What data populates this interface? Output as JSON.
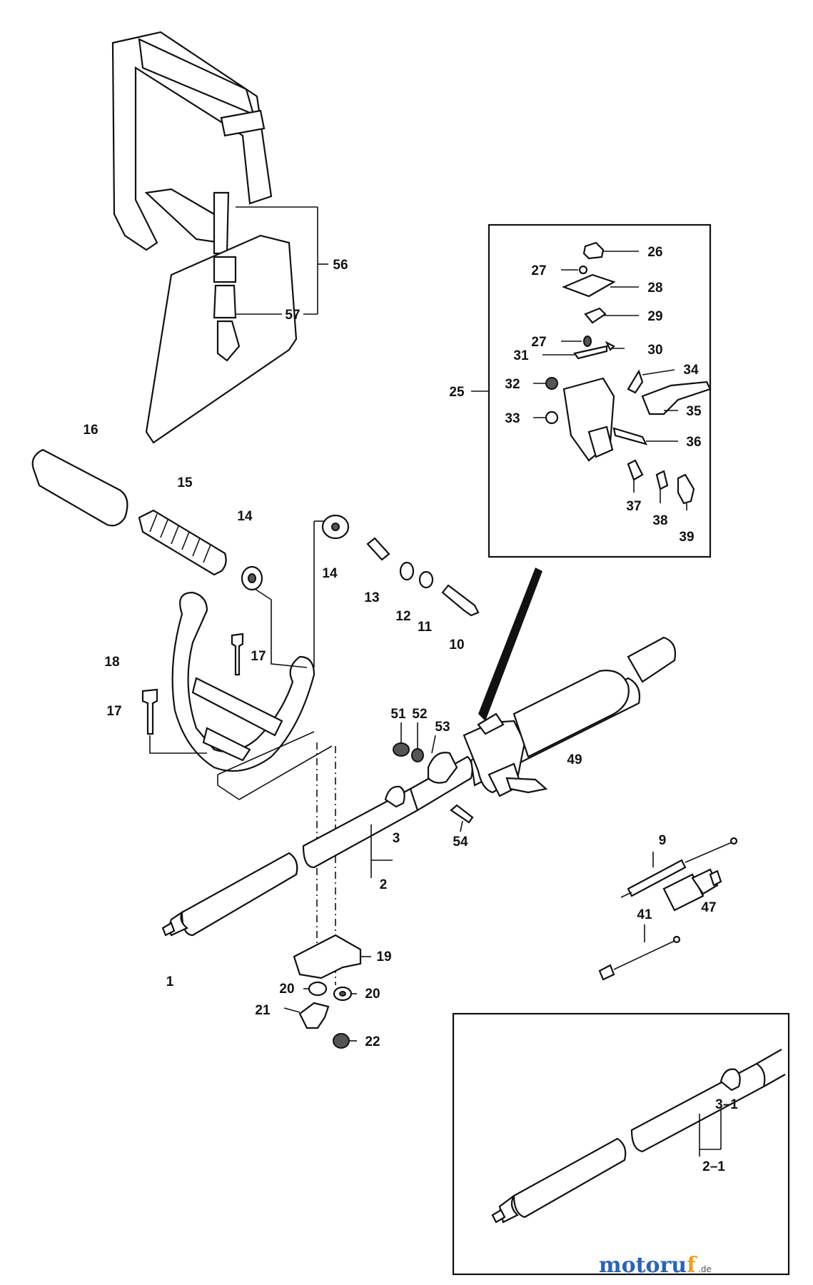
{
  "labels": {
    "p1": "1",
    "p2": "2",
    "p3": "3",
    "p9": "9",
    "p10": "10",
    "p11": "11",
    "p12": "12",
    "p13": "13",
    "p14a": "14",
    "p14b": "14",
    "p15": "15",
    "p16": "16",
    "p17a": "17",
    "p17b": "17",
    "p18": "18",
    "p19": "19",
    "p20a": "20",
    "p20b": "20",
    "p21": "21",
    "p22": "22",
    "p25": "25",
    "p26": "26",
    "p27a": "27",
    "p27b": "27",
    "p28": "28",
    "p29": "29",
    "p30": "30",
    "p31": "31",
    "p32": "32",
    "p33": "33",
    "p34": "34",
    "p35": "35",
    "p36": "36",
    "p37": "37",
    "p38": "38",
    "p39": "39",
    "p41": "41",
    "p47": "47",
    "p49": "49",
    "p51": "51",
    "p52": "52",
    "p53": "53",
    "p54": "54",
    "p56": "56",
    "p57": "57",
    "p2_1": "2–1",
    "p3_1": "3–1"
  },
  "logo": {
    "main": "motoru",
    "accent": "f",
    "suffix": ".de"
  }
}
